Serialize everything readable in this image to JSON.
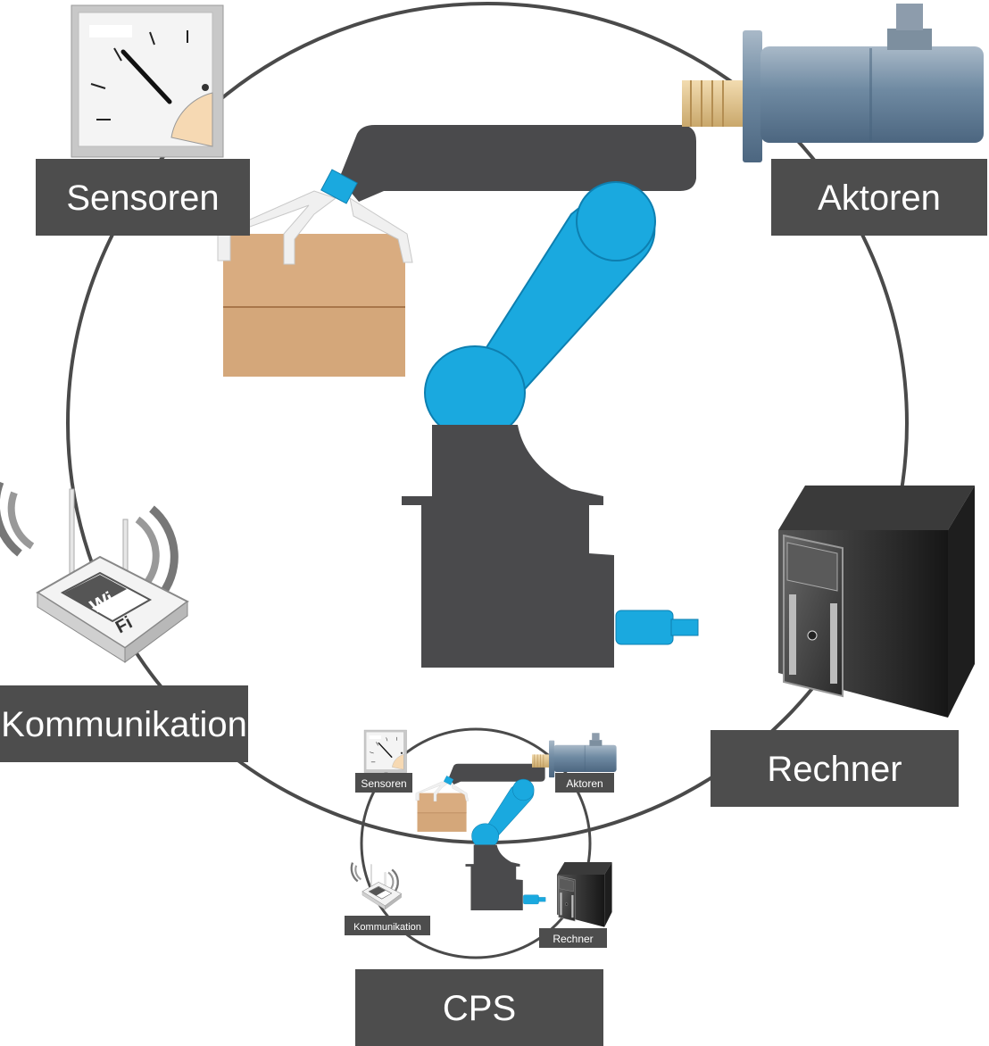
{
  "labels": {
    "sensoren": "Sensoren",
    "aktoren": "Aktoren",
    "kommunikation": "Kommunikation",
    "rechner": "Rechner",
    "cps": "CPS"
  },
  "wifi": {
    "wi": "Wi",
    "fi": "Fi"
  },
  "colors": {
    "label_bg": "#4d4d4d",
    "robot_body": "#4a4a4c",
    "robot_arm_blue": "#1aa9df",
    "box": "#d4a77a",
    "ring": "#4a4a4a"
  }
}
